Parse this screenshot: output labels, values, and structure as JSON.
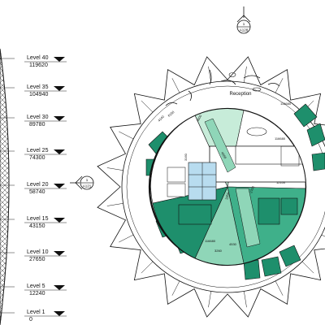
{
  "elevation": {
    "levels": [
      {
        "name": "Level 40",
        "value": "119620"
      },
      {
        "name": "Level 35",
        "value": "104940"
      },
      {
        "name": "Level 30",
        "value": "89780"
      },
      {
        "name": "Level 25",
        "value": "74300"
      },
      {
        "name": "Level 20",
        "value": "58740"
      },
      {
        "name": "Level 15",
        "value": "43150"
      },
      {
        "name": "Level 10",
        "value": "27650"
      },
      {
        "name": "Level 5",
        "value": "12240"
      },
      {
        "name": "Level 1",
        "value": "0"
      }
    ]
  },
  "section_markers": {
    "top": {
      "number": "1",
      "ref": "A128"
    },
    "left": {
      "number": "1",
      "ref": "A121"
    }
  },
  "plan": {
    "reception_label": "Reception",
    "dimensions": {
      "top_spot": "116680",
      "mid_spot": "116680",
      "bottom_spot": "116680",
      "core_width": "12100",
      "left_span": "3160",
      "corr_a": "4000",
      "corr_b": "3350",
      "corr_c": "2700",
      "dim_a": "4140",
      "dim_b": "6150",
      "dim_c": "4200",
      "dim_d": "4530",
      "dim_e": "3260",
      "dim_f": "4600"
    }
  },
  "colors": {
    "teal_dark": "#1e8f6c",
    "teal_mid": "#3fb08a",
    "teal_light": "#8fd6b8",
    "mint": "#c7ecd9",
    "blue_light": "#b8dcef",
    "line": "#111111"
  }
}
